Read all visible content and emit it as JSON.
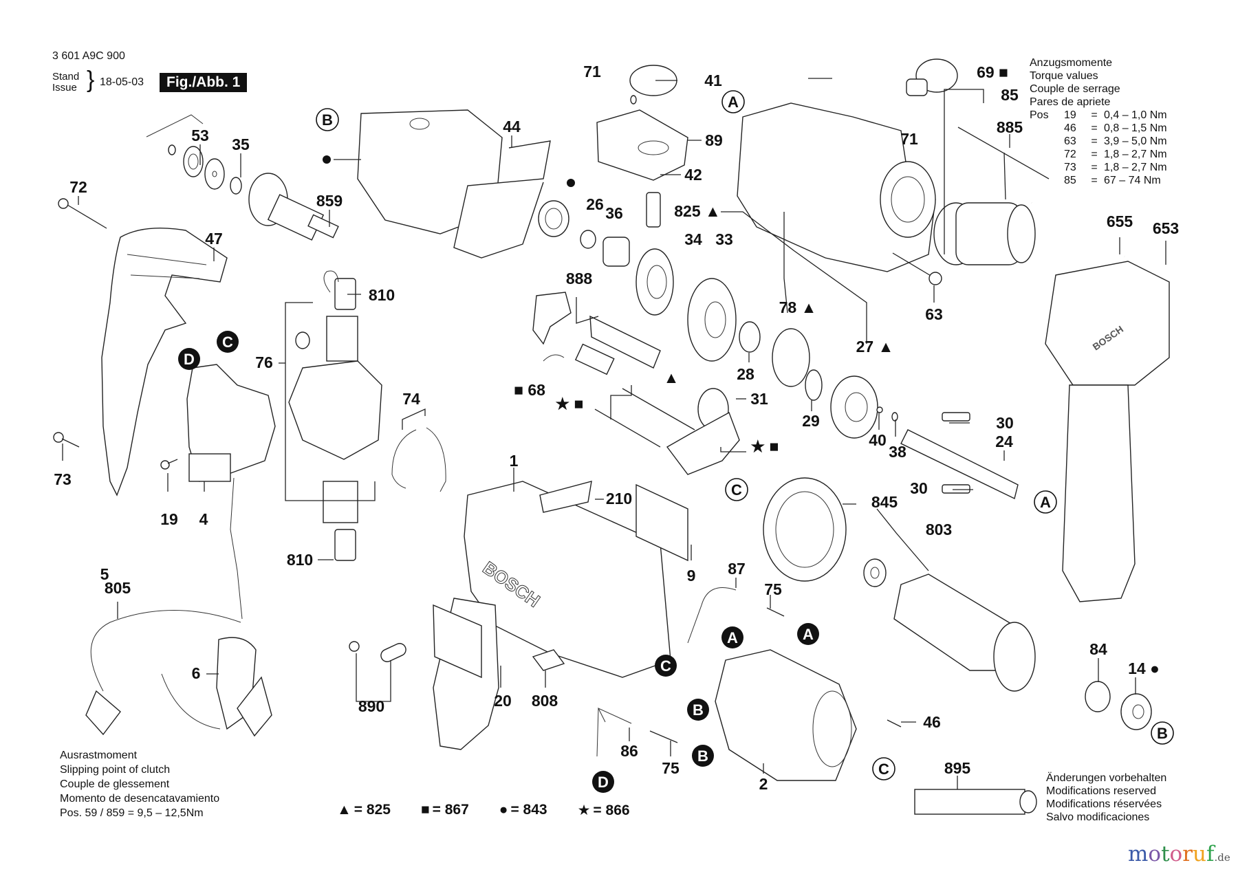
{
  "header": {
    "part_number": "3 601 A9C 900",
    "stand_label": "Stand",
    "issue_label": "Issue",
    "date": "18-05-03",
    "figure_label": "Fig./Abb. 1"
  },
  "torque_table": {
    "title_de": "Anzugsmomente",
    "title_en": "Torque values",
    "title_fr": "Couple de serrage",
    "title_es": "Pares de apriete",
    "pos_label": "Pos",
    "rows": [
      {
        "pos": "19",
        "eq": "=",
        "value": "0,4 – 1,0 Nm"
      },
      {
        "pos": "46",
        "eq": "=",
        "value": "0,8 – 1,5 Nm"
      },
      {
        "pos": "63",
        "eq": "=",
        "value": "3,9 – 5,0 Nm"
      },
      {
        "pos": "72",
        "eq": "=",
        "value": "1,8 – 2,7 Nm"
      },
      {
        "pos": "73",
        "eq": "=",
        "value": "1,8 – 2,7 Nm"
      },
      {
        "pos": "85",
        "eq": "=",
        "value": "67 – 74 Nm"
      }
    ]
  },
  "clutch_note": {
    "line_de": "Ausrastmoment",
    "line_en": "Slipping point of clutch",
    "line_fr": "Couple de glessement",
    "line_es": "Momento de desencatavamiento",
    "line_pos": "Pos.  59 / 859  =   9,5 – 12,5Nm"
  },
  "symbol_legend": [
    {
      "symbol": "▲",
      "name": "triangle",
      "equals": "= 825"
    },
    {
      "symbol": "■",
      "name": "square",
      "equals": "= 867"
    },
    {
      "symbol": "●",
      "name": "circle",
      "equals": "= 843"
    },
    {
      "symbol": "★",
      "name": "star",
      "equals": "= 866"
    }
  ],
  "modifications_note": {
    "line_de": "Änderungen vorbehalten",
    "line_en": "Modifications reserved",
    "line_fr": "Modifications réservées",
    "line_es": "Salvo modificaciones"
  },
  "watermark": {
    "m": "m",
    "o1": "o",
    "t": "t",
    "o2": "o",
    "r": "r",
    "u": "u",
    "f": "f",
    "de": ".de"
  },
  "part_labels": [
    {
      "id": "53",
      "text": "53"
    },
    {
      "id": "35",
      "text": "35"
    },
    {
      "id": "72",
      "text": "72"
    },
    {
      "id": "859",
      "text": "859"
    },
    {
      "id": "47",
      "text": "47"
    },
    {
      "id": "44",
      "text": "44"
    },
    {
      "id": "71a",
      "text": "71"
    },
    {
      "id": "41",
      "text": "41"
    },
    {
      "id": "89",
      "text": "89"
    },
    {
      "id": "42",
      "text": "42"
    },
    {
      "id": "26",
      "text": "26"
    },
    {
      "id": "36",
      "text": "36"
    },
    {
      "id": "825",
      "text": "825 ▲"
    },
    {
      "id": "34",
      "text": "34"
    },
    {
      "id": "33",
      "text": "33"
    },
    {
      "id": "69",
      "text": "69 ■"
    },
    {
      "id": "85",
      "text": "85"
    },
    {
      "id": "885",
      "text": "885"
    },
    {
      "id": "71b",
      "text": "71"
    },
    {
      "id": "655",
      "text": "655"
    },
    {
      "id": "653",
      "text": "653"
    },
    {
      "id": "63",
      "text": "63"
    },
    {
      "id": "810a",
      "text": "810"
    },
    {
      "id": "76",
      "text": "76"
    },
    {
      "id": "888",
      "text": "888"
    },
    {
      "id": "78",
      "text": "78 ▲"
    },
    {
      "id": "27",
      "text": "27 ▲"
    },
    {
      "id": "68",
      "text": "■ 68"
    },
    {
      "id": "sq1",
      "text": "★ ■"
    },
    {
      "id": "28",
      "text": "28"
    },
    {
      "id": "31",
      "text": "31"
    },
    {
      "id": "29",
      "text": "29"
    },
    {
      "id": "tri",
      "text": "▲"
    },
    {
      "id": "sq2",
      "text": "★ ■"
    },
    {
      "id": "40",
      "text": "40"
    },
    {
      "id": "38",
      "text": "38"
    },
    {
      "id": "30a",
      "text": "30"
    },
    {
      "id": "24",
      "text": "24"
    },
    {
      "id": "30b",
      "text": "30"
    },
    {
      "id": "74",
      "text": "74"
    },
    {
      "id": "1",
      "text": "1"
    },
    {
      "id": "210",
      "text": "210"
    },
    {
      "id": "845",
      "text": "845"
    },
    {
      "id": "803",
      "text": "803"
    },
    {
      "id": "73",
      "text": "73"
    },
    {
      "id": "19",
      "text": "19"
    },
    {
      "id": "4",
      "text": "4"
    },
    {
      "id": "810b",
      "text": "810"
    },
    {
      "id": "9",
      "text": "9"
    },
    {
      "id": "87",
      "text": "87"
    },
    {
      "id": "75a",
      "text": "75"
    },
    {
      "id": "5",
      "text": "5"
    },
    {
      "id": "805",
      "text": "805"
    },
    {
      "id": "6",
      "text": "6"
    },
    {
      "id": "84",
      "text": "84"
    },
    {
      "id": "14",
      "text": "14 ●"
    },
    {
      "id": "890",
      "text": "890"
    },
    {
      "id": "20",
      "text": "20"
    },
    {
      "id": "808",
      "text": "808"
    },
    {
      "id": "46",
      "text": "46"
    },
    {
      "id": "86",
      "text": "86"
    },
    {
      "id": "75b",
      "text": "75"
    },
    {
      "id": "2",
      "text": "2"
    },
    {
      "id": "895",
      "text": "895"
    }
  ],
  "reference_markers": [
    {
      "id": "B-open-top",
      "letter": "B",
      "style": "outline"
    },
    {
      "id": "A-open-top",
      "letter": "A",
      "style": "outline"
    },
    {
      "id": "C-filled-switch",
      "letter": "C",
      "style": "filled"
    },
    {
      "id": "D-filled-switch",
      "letter": "D",
      "style": "filled"
    },
    {
      "id": "A-open-shaft",
      "letter": "A",
      "style": "outline"
    },
    {
      "id": "C-open-845",
      "letter": "C",
      "style": "outline"
    },
    {
      "id": "A-filled-75",
      "letter": "A",
      "style": "filled"
    },
    {
      "id": "C-filled-87",
      "letter": "C",
      "style": "filled"
    },
    {
      "id": "A-filled-stator",
      "letter": "A",
      "style": "filled"
    },
    {
      "id": "B-filled-stator",
      "letter": "B",
      "style": "filled"
    },
    {
      "id": "B-filled-75",
      "letter": "B",
      "style": "filled"
    },
    {
      "id": "C-open-stator",
      "letter": "C",
      "style": "outline"
    },
    {
      "id": "B-open-14",
      "letter": "B",
      "style": "outline"
    },
    {
      "id": "D-filled-86",
      "letter": "D",
      "style": "filled"
    }
  ],
  "housing_branding": "BOSCH",
  "handle_branding": "BOSCH"
}
